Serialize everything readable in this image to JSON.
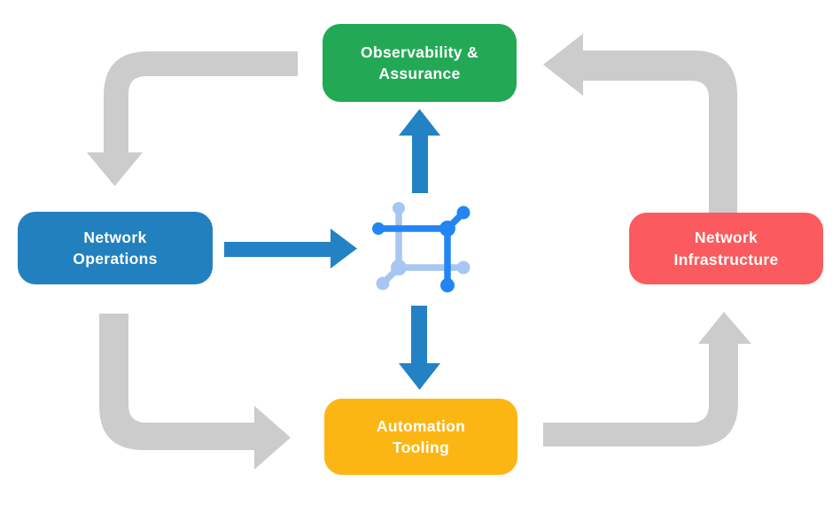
{
  "diagram": {
    "type": "cycle-flow-diagram",
    "nodes": {
      "observability": {
        "label": "Observability &\nAssurance",
        "color": "#23A956"
      },
      "operations": {
        "label": "Network\nOperations",
        "color": "#2380BE"
      },
      "infrastructure": {
        "label": "Network\nInfrastructure",
        "color": "#FB5B5E"
      },
      "automation": {
        "label": "Automation\nTooling",
        "color": "#FCB614"
      }
    },
    "center_icon": "network-automation-icon",
    "colors": {
      "background": "#FFFFFF",
      "cycle_arrow": "#CCCCCC",
      "flow_arrow": "#2382C3",
      "icon_dark": "#2285F4",
      "icon_light": "#A7C7F2"
    },
    "arrows": {
      "cycle": [
        {
          "from": "observability",
          "to": "operations",
          "path": "top-left, bends down"
        },
        {
          "from": "operations",
          "to": "automation",
          "path": "bottom-left, bends right"
        },
        {
          "from": "automation",
          "to": "infrastructure",
          "path": "bottom-right, bends up"
        },
        {
          "from": "infrastructure",
          "to": "observability",
          "path": "top-right, bends left"
        }
      ],
      "flow": [
        {
          "from": "operations",
          "to": "center",
          "direction": "right"
        },
        {
          "from": "center",
          "to": "observability",
          "direction": "up"
        },
        {
          "from": "center",
          "to": "automation",
          "direction": "down"
        }
      ]
    }
  }
}
